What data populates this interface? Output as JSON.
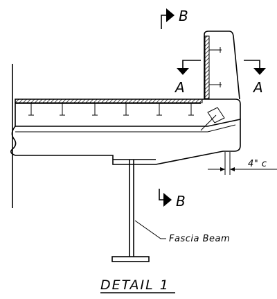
{
  "labels": {
    "section_b_top": "B",
    "section_b_bottom": "B",
    "section_a_left": "A",
    "section_a_right": "A",
    "offset": "4\" c",
    "beam": "Fascia Beam",
    "title": "DETAIL 1"
  }
}
